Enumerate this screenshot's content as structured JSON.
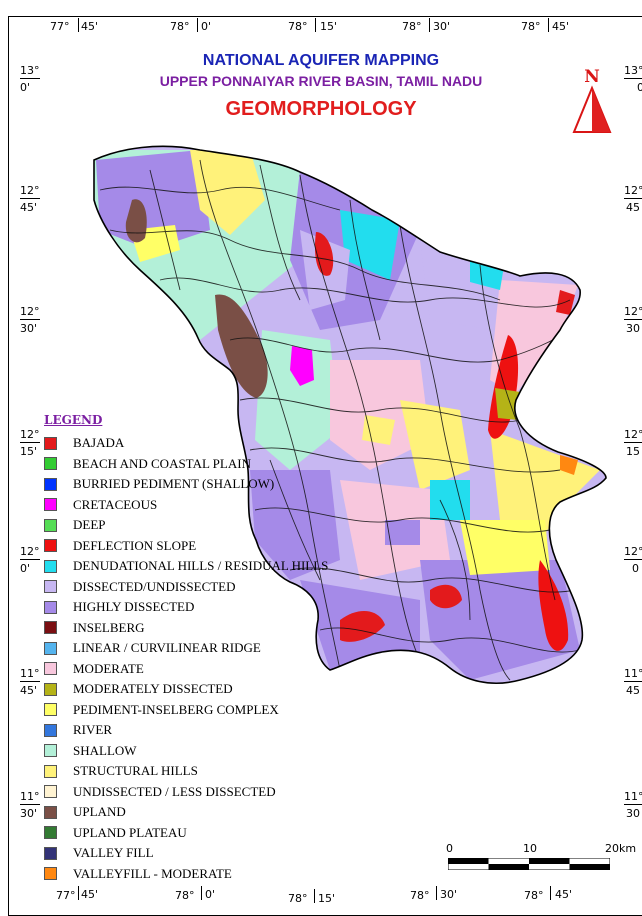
{
  "titles": {
    "line1": "NATIONAL AQUIFER MAPPING",
    "line2": "UPPER PONNAIYAR RIVER BASIN, TAMIL NADU",
    "line3": "GEOMORPHOLOGY"
  },
  "north_label": "N",
  "top_ticks": [
    {
      "deg": "77°",
      "min": "45'"
    },
    {
      "deg": "78°",
      "min": "0'"
    },
    {
      "deg": "78°",
      "min": "15'"
    },
    {
      "deg": "78°",
      "min": "30'"
    },
    {
      "deg": "78°",
      "min": "45'"
    }
  ],
  "bottom_ticks": [
    {
      "deg": "77°",
      "min": "45'"
    },
    {
      "deg": "78°",
      "min": "0'"
    },
    {
      "deg": "78°",
      "min": "15'"
    },
    {
      "deg": "78°",
      "min": "30'"
    },
    {
      "deg": "78°",
      "min": "45'"
    }
  ],
  "left_ticks": [
    {
      "deg": "13°",
      "min": "0'"
    },
    {
      "deg": "12°",
      "min": "45'"
    },
    {
      "deg": "12°",
      "min": "30'"
    },
    {
      "deg": "12°",
      "min": "15'"
    },
    {
      "deg": "12°",
      "min": "0'"
    },
    {
      "deg": "11°",
      "min": "45'"
    },
    {
      "deg": "11°",
      "min": "30'"
    }
  ],
  "right_ticks": [
    {
      "deg": "13°",
      "min": "0'"
    },
    {
      "deg": "12°",
      "min": "45"
    },
    {
      "deg": "12°",
      "min": "30"
    },
    {
      "deg": "12°",
      "min": "15"
    },
    {
      "deg": "12°",
      "min": "0"
    },
    {
      "deg": "11°",
      "min": "45"
    },
    {
      "deg": "11°",
      "min": "30"
    }
  ],
  "legend": {
    "title": "LEGEND",
    "items": [
      {
        "label": "BAJADA",
        "color": "#e31a1c"
      },
      {
        "label": "BEACH AND COASTAL PLAIN",
        "color": "#33cc33"
      },
      {
        "label": "BURRIED PEDIMENT (SHALLOW)",
        "color": "#0033ff"
      },
      {
        "label": "CRETACEOUS",
        "color": "#ff00ff"
      },
      {
        "label": "DEEP",
        "color": "#55dd55"
      },
      {
        "label": "DEFLECTION SLOPE",
        "color": "#ee1111"
      },
      {
        "label": "DENUDATIONAL HILLS / RESIDUAL HILLS",
        "color": "#22ddee"
      },
      {
        "label": "DISSECTED/UNDISSECTED",
        "color": "#c7b7f2"
      },
      {
        "label": "HIGHLY DISSECTED",
        "color": "#a58ae8"
      },
      {
        "label": "INSELBERG",
        "color": "#7a0f12"
      },
      {
        "label": "LINEAR / CURVILINEAR RIDGE",
        "color": "#55b4ee"
      },
      {
        "label": "MODERATE",
        "color": "#f8c7dd"
      },
      {
        "label": "MODERATELY DISSECTED",
        "color": "#b5b317"
      },
      {
        "label": "PEDIMENT-INSELBERG COMPLEX",
        "color": "#ffff66"
      },
      {
        "label": "RIVER",
        "color": "#3377dd"
      },
      {
        "label": "SHALLOW",
        "color": "#b3f0d8"
      },
      {
        "label": "STRUCTURAL HILLS",
        "color": "#fff27a"
      },
      {
        "label": "UNDISSECTED / LESS DISSECTED",
        "color": "#fff3d2"
      },
      {
        "label": "UPLAND",
        "color": "#7a4f46"
      },
      {
        "label": "UPLAND PLATEAU",
        "color": "#337a33"
      },
      {
        "label": "VALLEY FILL",
        "color": "#333377"
      },
      {
        "label": "VALLEYFILL - MODERATE",
        "color": "#ff8811"
      }
    ]
  },
  "scale": {
    "labels": [
      "0",
      "10",
      "20km"
    ]
  }
}
